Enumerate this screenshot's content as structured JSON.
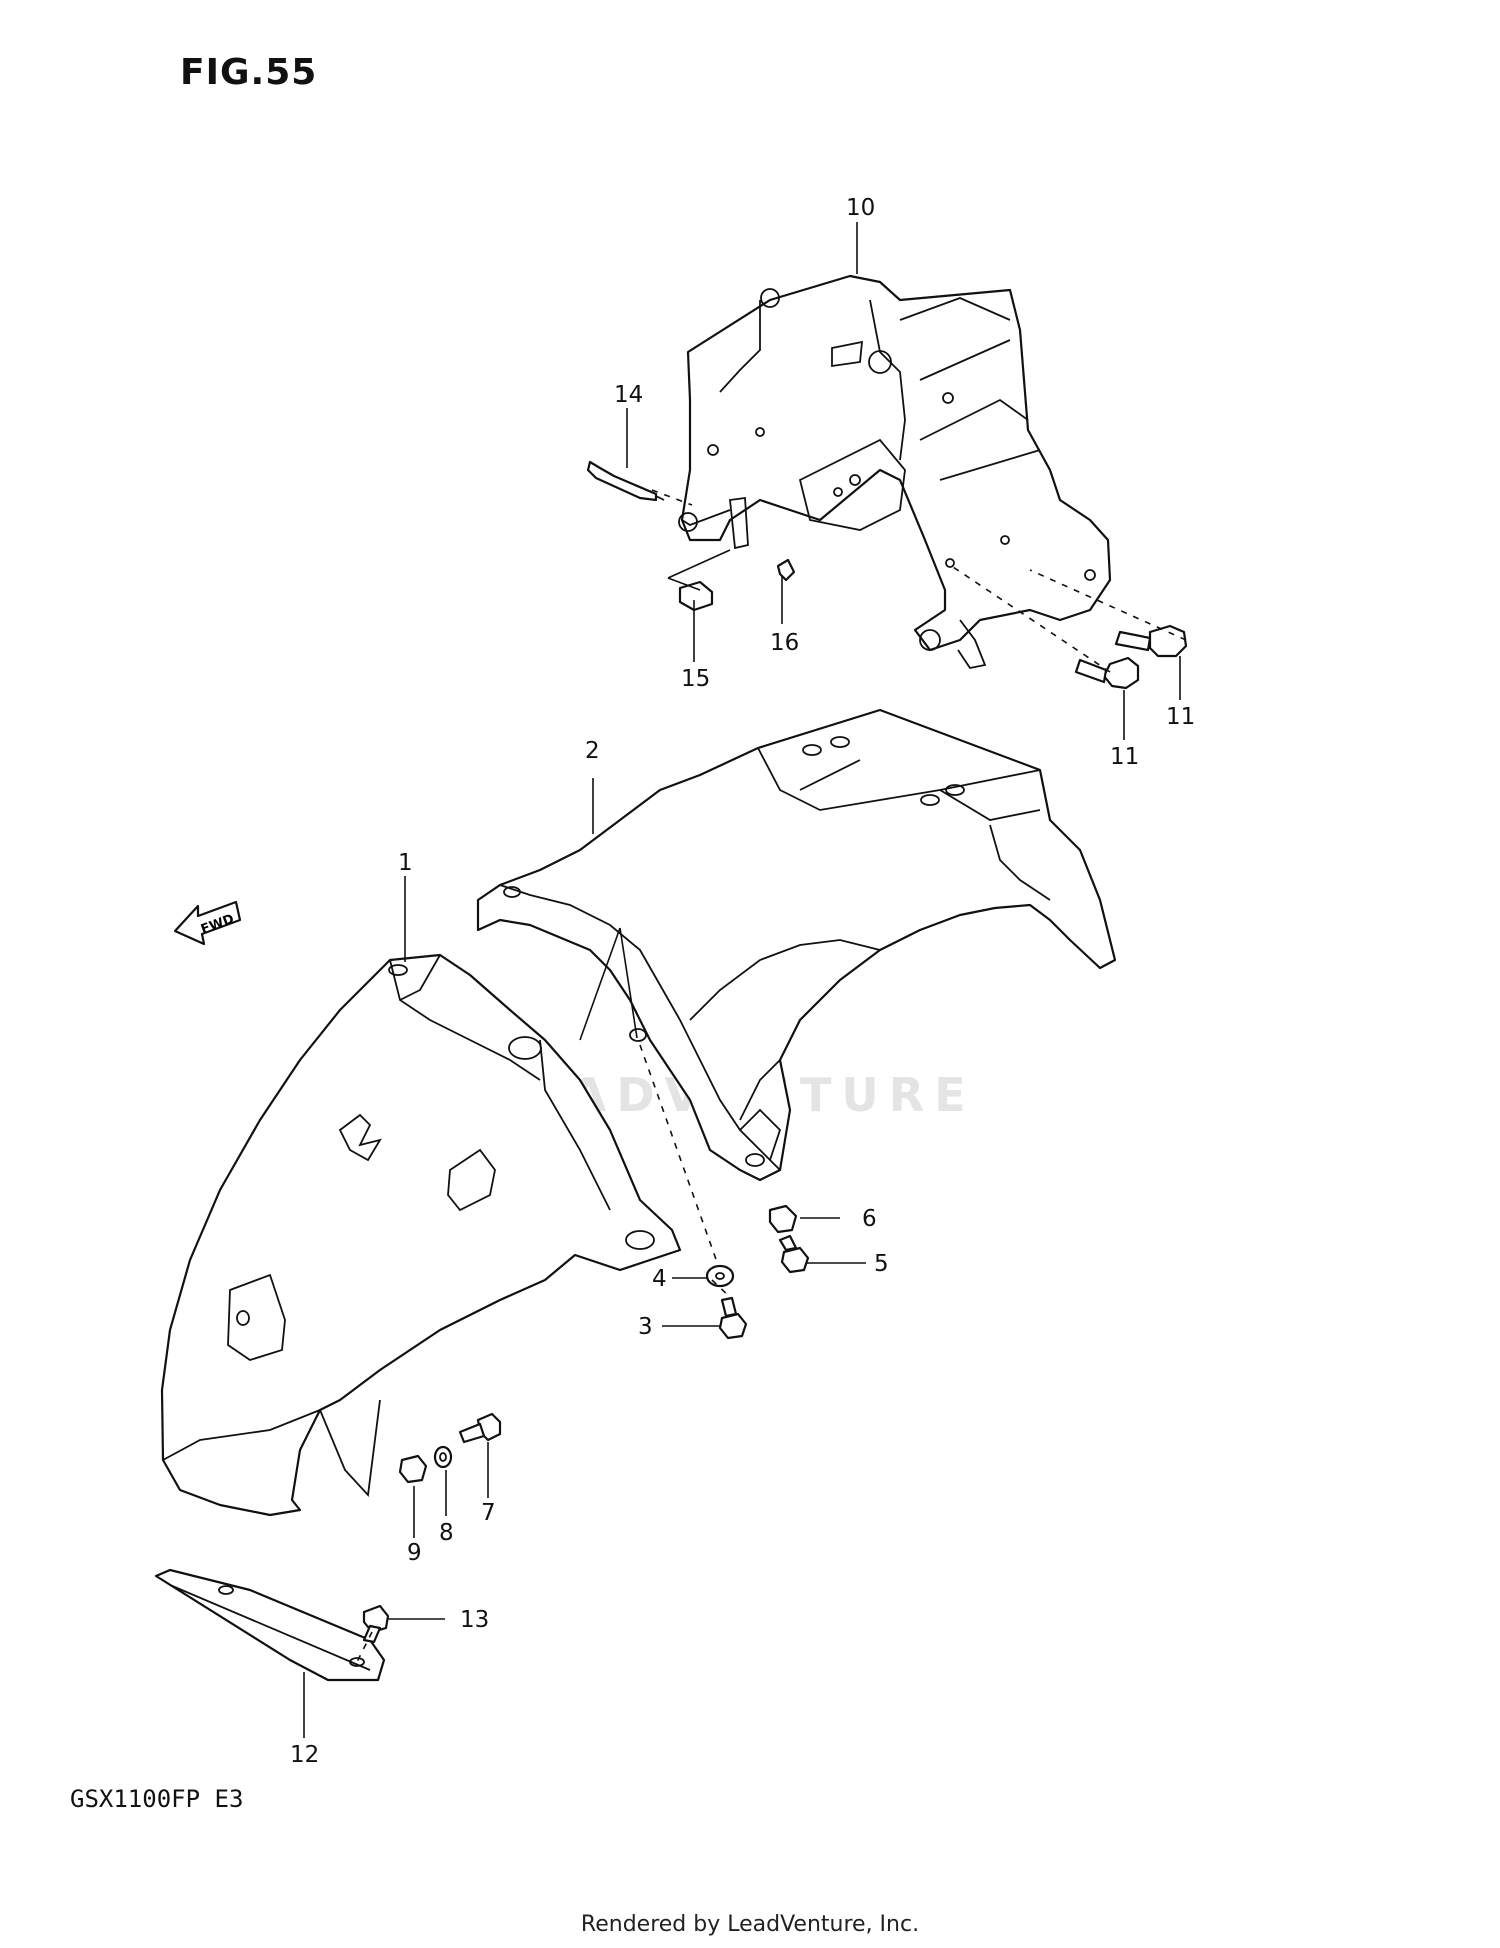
{
  "figure_title": "FIG.55",
  "model_code": "GSX1100FP E3",
  "footer": "Rendered by LeadVenture, Inc.",
  "watermark": "LEADVENTURE",
  "fwd_label": "FWD",
  "callouts": {
    "p1": "1",
    "p2": "2",
    "p3": "3",
    "p4": "4",
    "p5": "5",
    "p6": "6",
    "p7": "7",
    "p8": "8",
    "p9": "9",
    "p10": "10",
    "p11a": "11",
    "p11b": "11",
    "p12": "12",
    "p13": "13",
    "p14": "14",
    "p15": "15",
    "p16": "16"
  }
}
